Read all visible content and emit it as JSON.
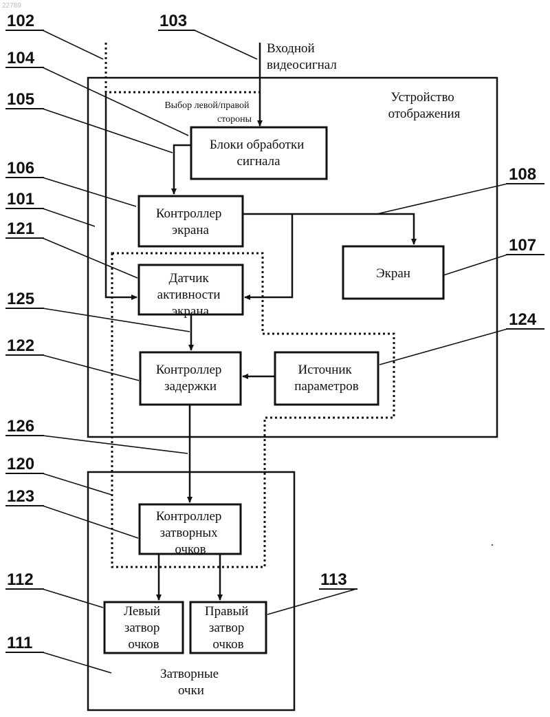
{
  "watermark": "22789",
  "input_label": [
    "Входной",
    "видеосигнал"
  ],
  "side_select_label": [
    "Выбор левой/правой",
    "стороны"
  ],
  "display_device_label": [
    "Устройство",
    "отображения"
  ],
  "blocks": {
    "signal_processing": [
      "Блоки обработки",
      "сигнала"
    ],
    "screen_controller": [
      "Контроллер",
      "экрана"
    ],
    "screen": [
      "Экран"
    ],
    "screen_activity_sensor": [
      "Датчик",
      "активности",
      "экрана"
    ],
    "delay_controller": [
      "Контроллер",
      "задержки"
    ],
    "parameter_source": [
      "Источник",
      "параметров"
    ],
    "shutter_glasses_controller": [
      "Контроллер",
      "затворных",
      "очков"
    ],
    "left_shutter": [
      "Левый",
      "затвор",
      "очков"
    ],
    "right_shutter": [
      "Правый",
      "затвор",
      "очков"
    ]
  },
  "shutter_glasses_label": [
    "Затворные",
    "очки"
  ],
  "references": {
    "r102": "102",
    "r103": "103",
    "r104": "104",
    "r105": "105",
    "r106": "106",
    "r101": "101",
    "r121": "121",
    "r125": "125",
    "r122": "122",
    "r126": "126",
    "r120": "120",
    "r123": "123",
    "r112": "112",
    "r111": "111",
    "r108": "108",
    "r107": "107",
    "r124": "124",
    "r113": "113"
  }
}
